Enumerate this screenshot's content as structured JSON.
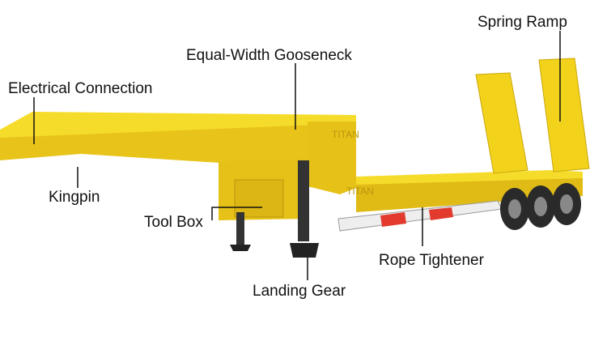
{
  "labels": {
    "spring_ramp": "Spring Ramp",
    "gooseneck": "Equal-Width Gooseneck",
    "electrical": "Electrical Connection",
    "kingpin": "Kingpin",
    "toolbox": "Tool Box",
    "landing_gear": "Landing Gear",
    "rope_tightener": "Rope Tightener"
  },
  "brand_marks": [
    "TITAN",
    "TITAN"
  ],
  "colors": {
    "body_yellow": "#f2d21a",
    "body_shadow": "#c9a80f",
    "leader_line": "#111111",
    "tire": "#2a2a2a",
    "rail_red": "#e23b2e"
  }
}
